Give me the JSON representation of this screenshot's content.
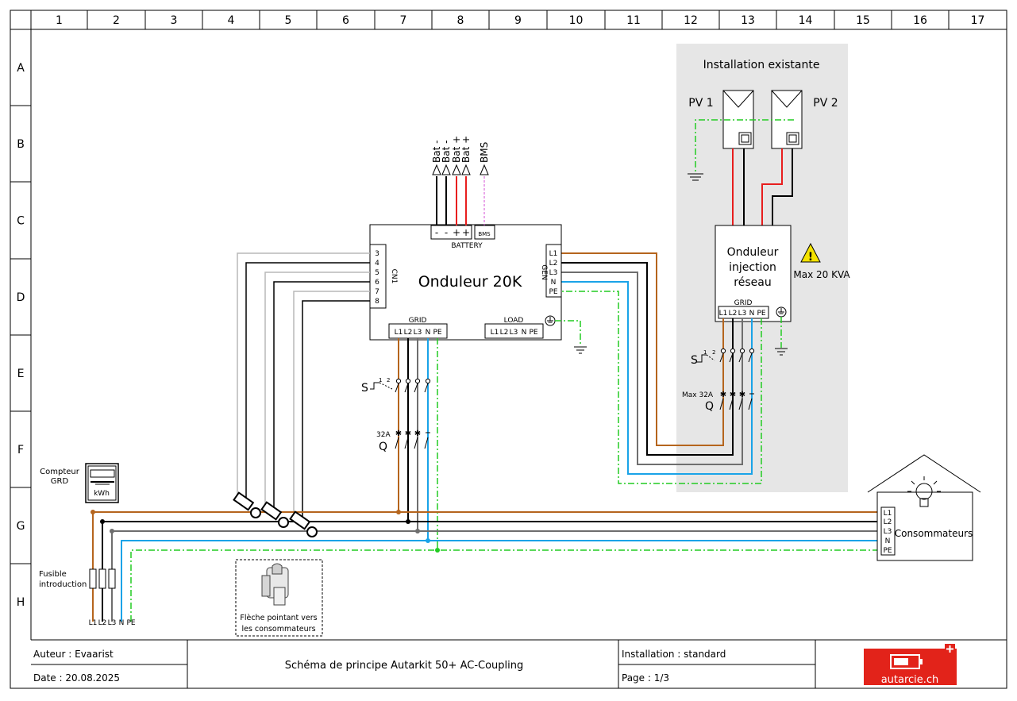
{
  "frame": {
    "columns": [
      "1",
      "2",
      "3",
      "4",
      "5",
      "6",
      "7",
      "8",
      "9",
      "10",
      "11",
      "12",
      "13",
      "14",
      "15",
      "16",
      "17"
    ],
    "rows": [
      "A",
      "B",
      "C",
      "D",
      "E",
      "F",
      "G",
      "H"
    ]
  },
  "existing_installation": {
    "title": "Installation existante",
    "pv1": "PV 1",
    "pv2": "PV 2",
    "injection_inverter": [
      "Onduleur",
      "injection",
      "réseau"
    ],
    "warning": "Max 20 KVA",
    "grid_label": "GRID",
    "grid_terminals": [
      "L1",
      "L2",
      "L3",
      "N",
      "PE"
    ],
    "switch": "S",
    "breaker": "Q",
    "breaker_rating": "Max 32A",
    "switch_pins": [
      "1",
      "2"
    ]
  },
  "main_inverter": {
    "title": "Onduleur 20K",
    "battery_label": "BATTERY",
    "battery_terminals": [
      "-",
      "-",
      "+",
      "+"
    ],
    "bms_box": "BMS",
    "battery_wires": [
      "Bat -",
      "Bat -",
      "Bat +",
      "Bat +"
    ],
    "bms_wire": "BMS",
    "cn1_label": "CN1",
    "cn1_pins": [
      "3",
      "4",
      "5",
      "6",
      "7",
      "8"
    ],
    "gen_label": "GEN",
    "gen_terminals": [
      "L1",
      "L2",
      "L3",
      "N",
      "PE"
    ],
    "grid_label": "GRID",
    "grid_terminals": [
      "L1",
      "L2",
      "L3",
      "N",
      "PE"
    ],
    "load_label": "LOAD",
    "load_terminals": [
      "L1",
      "L2",
      "L3",
      "N",
      "PE"
    ],
    "switch": "S",
    "breaker": "Q",
    "breaker_rating": "32A",
    "switch_pins": [
      "1",
      "2"
    ]
  },
  "meter": {
    "label": [
      "Compteur",
      "GRD"
    ],
    "unit": "kWh"
  },
  "fuse": {
    "label": [
      "Fusible",
      "introduction"
    ],
    "terminals": [
      "L1",
      "L2",
      "L3",
      "N",
      "PE"
    ]
  },
  "ct_note": [
    "Flèche pointant vers",
    "les consommateurs"
  ],
  "consumers": {
    "label": "Consommateurs",
    "terminals": [
      "L1",
      "L2",
      "L3",
      "N",
      "PE"
    ]
  },
  "title_block": {
    "author": "Auteur : Evaarist",
    "date": "Date : 20.08.2025",
    "title": "Schéma de principe Autarkit 50+ AC-Coupling",
    "installation": "Installation : standard",
    "page": "Page : 1/3",
    "logo_text": "autarcie.ch",
    "logo_color": "#e2231a"
  },
  "colors": {
    "L1": "#b5651d",
    "L2": "#000000",
    "L3": "#6e6e6e",
    "N": "#1aa3e8",
    "PE": "#22cc22",
    "DC_pos": "#e81e1e",
    "BMS": "#d64fd6",
    "zone_bg": "#e6e6e6"
  }
}
